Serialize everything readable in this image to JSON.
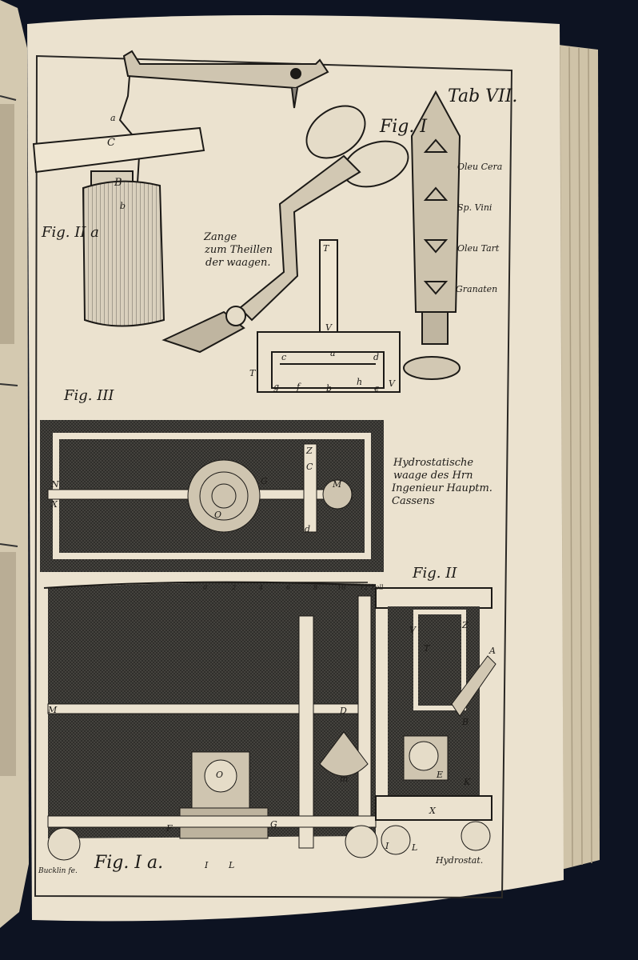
{
  "plate": {
    "title": "Tab VII.",
    "footer_left": "Bucklin fe.",
    "footer_right": "Hydrostat."
  },
  "fig1_vial": {
    "caption": "Fig. I",
    "liquids": [
      "Oleu Cera",
      "Sp. Vini",
      "Oleu Tart",
      "Granaten"
    ]
  },
  "fig2a": {
    "caption": "Fig. II a",
    "letters": [
      "a",
      "C",
      "B",
      "b"
    ]
  },
  "tongs": {
    "caption_lines": [
      "Zange",
      "zum Theillen",
      "der waagen."
    ]
  },
  "frame_letters": [
    "T",
    "V",
    "c",
    "a",
    "d",
    "T",
    "g",
    "f",
    "b",
    "h",
    "e",
    "V"
  ],
  "fig3": {
    "caption": "Fig. III",
    "letters": [
      "Z",
      "C",
      "M",
      "G",
      "O",
      "d",
      "N",
      "X"
    ]
  },
  "hydrostatic_caption": [
    "Hydrostatische",
    "waage des Hrn",
    "Ingenieur Hauptm.",
    "Cassens"
  ],
  "fig2": {
    "caption": "Fig. II"
  },
  "scale": {
    "ticks": [
      "0",
      "2",
      "4",
      "6",
      "8",
      "10",
      "12"
    ],
    "unit": "Zoll"
  },
  "fig1a": {
    "caption": "Fig. I a.",
    "letters": [
      "D",
      "O",
      "m",
      "F",
      "G",
      "I",
      "L",
      "M"
    ]
  },
  "fig2_letters": [
    "Z",
    "V",
    "T",
    "A",
    "B",
    "K",
    "X",
    "I",
    "L",
    "E"
  ],
  "colors": {
    "background": "#0d1322",
    "page": "#ebe2cf",
    "ink": "#1c1a17",
    "hatch": "#3b3935"
  }
}
